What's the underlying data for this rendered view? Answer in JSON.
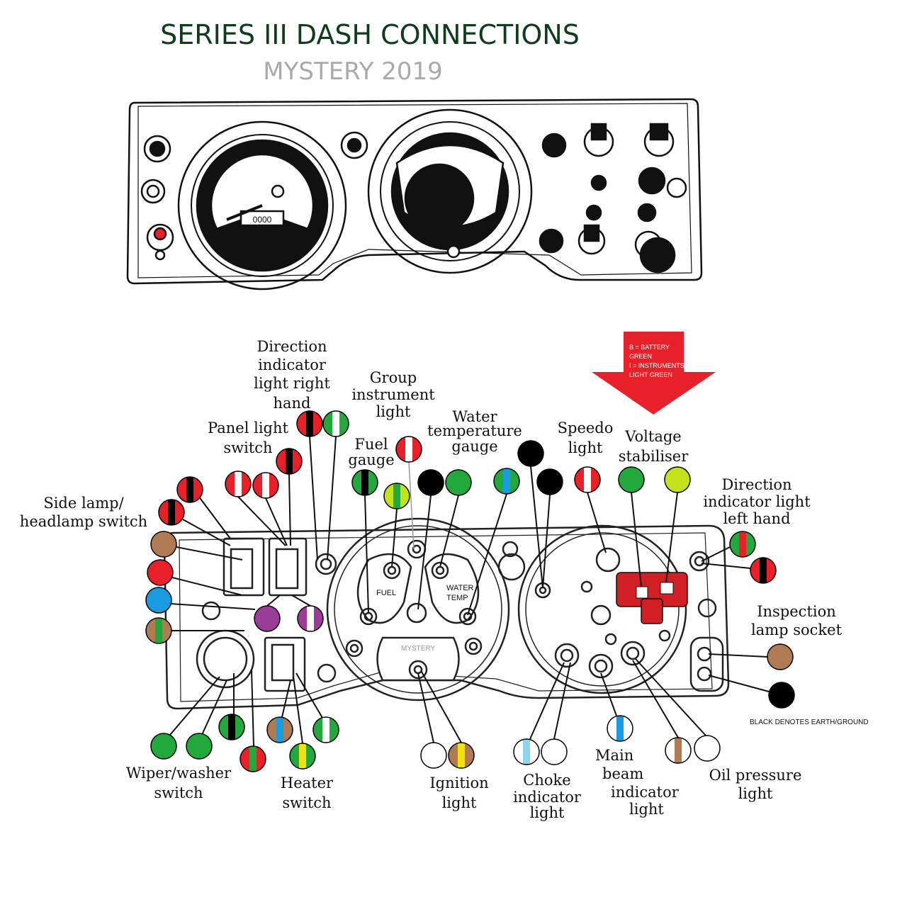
{
  "title": "SERIES III DASH CONNECTIONS",
  "subtitle": "MYSTERY 2019",
  "legend_box": {
    "lines": [
      "B = BATTERY",
      "GREEN",
      "I = INSTRUMENTS",
      "LIGHT GREEN"
    ],
    "color": "#e8202a"
  },
  "earth_note": "BLACK DENOTES EARTH/GROUND",
  "panel_labels": {
    "fuel": "FUEL",
    "water_temp": [
      "WATER",
      "TEMP"
    ],
    "mystery": "MYSTERY"
  },
  "labels": [
    {
      "id": "direction-indicator-right",
      "lines": [
        "Direction",
        "indicator",
        "light  right",
        "hand"
      ]
    },
    {
      "id": "group-instrument-light",
      "lines": [
        "Group",
        "instrument",
        "light"
      ]
    },
    {
      "id": "panel-light-switch",
      "lines": [
        "Panel light",
        "switch"
      ]
    },
    {
      "id": "water-temperature-gauge",
      "lines": [
        "Water",
        "temperature",
        "gauge"
      ]
    },
    {
      "id": "fuel-gauge",
      "lines": [
        "Fuel",
        "gauge"
      ]
    },
    {
      "id": "speedo-light",
      "lines": [
        "Speedo",
        "light"
      ]
    },
    {
      "id": "voltage-stabiliser",
      "lines": [
        "Voltage",
        "stabiliser"
      ]
    },
    {
      "id": "side-lamp-headlamp-switch",
      "lines": [
        "Side lamp/",
        "headlamp switch"
      ]
    },
    {
      "id": "direction-indicator-left",
      "lines": [
        "Direction",
        "indicator light",
        "left hand"
      ]
    },
    {
      "id": "inspection-lamp-socket",
      "lines": [
        "Inspection",
        "lamp socket"
      ]
    },
    {
      "id": "wiper-washer-switch",
      "lines": [
        "Wiper/washer",
        "switch"
      ]
    },
    {
      "id": "heater-switch",
      "lines": [
        "Heater",
        "switch"
      ]
    },
    {
      "id": "ignition-light",
      "lines": [
        "Ignition",
        "light"
      ]
    },
    {
      "id": "choke-indicator-light",
      "lines": [
        "Choke",
        "indicator",
        "light"
      ]
    },
    {
      "id": "main-beam-indicator-light",
      "lines": [
        "Main",
        "beam",
        "indicator",
        "light"
      ]
    },
    {
      "id": "oil-pressure-light",
      "lines": [
        "Oil pressure",
        "light"
      ]
    }
  ],
  "wire_colors": {
    "black": "#000000",
    "red": "#e8202a",
    "white": "#ffffff",
    "green": "#22a83c",
    "light_green": "#c3e21c",
    "brown": "#b07a52",
    "blue": "#1a9ae0",
    "light_blue": "#8dd3f2",
    "purple": "#993d99",
    "yellow": "#f2e20e"
  },
  "wires": [
    {
      "id": "dir-right-1",
      "main": "red",
      "tracer": "black"
    },
    {
      "id": "dir-right-2",
      "main": "green",
      "tracer": "white"
    },
    {
      "id": "group-light",
      "main": "red",
      "tracer": "white"
    },
    {
      "id": "panel-switch-1",
      "main": "red",
      "tracer": "black"
    },
    {
      "id": "panel-switch-2",
      "main": "red",
      "tracer": "white"
    },
    {
      "id": "panel-switch-3",
      "main": "red",
      "tracer": "white"
    },
    {
      "id": "fuel-gauge-1",
      "main": "green",
      "tracer": "black"
    },
    {
      "id": "fuel-gauge-2",
      "main": "light_green",
      "tracer": "green"
    },
    {
      "id": "earth-1",
      "main": "black",
      "tracer": null
    },
    {
      "id": "water-temp-1",
      "main": "green",
      "tracer": null
    },
    {
      "id": "water-temp-2",
      "main": "green",
      "tracer": "blue"
    },
    {
      "id": "earth-2",
      "main": "black",
      "tracer": null
    },
    {
      "id": "earth-3",
      "main": "black",
      "tracer": null
    },
    {
      "id": "speedo-light",
      "main": "red",
      "tracer": "white"
    },
    {
      "id": "stabiliser-b",
      "main": "green",
      "tracer": null
    },
    {
      "id": "stabiliser-i",
      "main": "light_green",
      "tracer": null
    },
    {
      "id": "side-lamp-1",
      "main": "red",
      "tracer": "black"
    },
    {
      "id": "side-lamp-2",
      "main": "red",
      "tracer": "black"
    },
    {
      "id": "side-lamp-3",
      "main": "brown",
      "tracer": null
    },
    {
      "id": "side-lamp-4",
      "main": "red",
      "tracer": null
    },
    {
      "id": "side-lamp-5",
      "main": "blue",
      "tracer": null
    },
    {
      "id": "side-lamp-6",
      "main": "brown",
      "tracer": "green"
    },
    {
      "id": "purple-1",
      "main": "purple",
      "tracer": null
    },
    {
      "id": "purple-2",
      "main": "purple",
      "tracer": "white"
    },
    {
      "id": "dir-left-1",
      "main": "green",
      "tracer": "red"
    },
    {
      "id": "dir-left-2",
      "main": "red",
      "tracer": "black"
    },
    {
      "id": "inspection-1",
      "main": "brown",
      "tracer": null
    },
    {
      "id": "inspection-2",
      "main": "black",
      "tracer": null
    },
    {
      "id": "wiper-1",
      "main": "green",
      "tracer": null
    },
    {
      "id": "wiper-2",
      "main": "green",
      "tracer": null
    },
    {
      "id": "wiper-3",
      "main": "green",
      "tracer": "black"
    },
    {
      "id": "wiper-4",
      "main": "red",
      "tracer": "green"
    },
    {
      "id": "heater-1",
      "main": "brown",
      "tracer": "blue"
    },
    {
      "id": "heater-2",
      "main": "green",
      "tracer": "yellow"
    },
    {
      "id": "heater-3",
      "main": "green",
      "tracer": "white"
    },
    {
      "id": "ignition-1",
      "main": "white",
      "tracer": null
    },
    {
      "id": "ignition-2",
      "main": "brown",
      "tracer": "yellow"
    },
    {
      "id": "choke-1",
      "main": "white",
      "tracer": "light_blue"
    },
    {
      "id": "choke-2",
      "main": "white",
      "tracer": null
    },
    {
      "id": "main-beam",
      "main": "white",
      "tracer": "blue"
    },
    {
      "id": "oil-1",
      "main": "white",
      "tracer": "brown"
    },
    {
      "id": "oil-2",
      "main": "white",
      "tracer": null
    }
  ]
}
